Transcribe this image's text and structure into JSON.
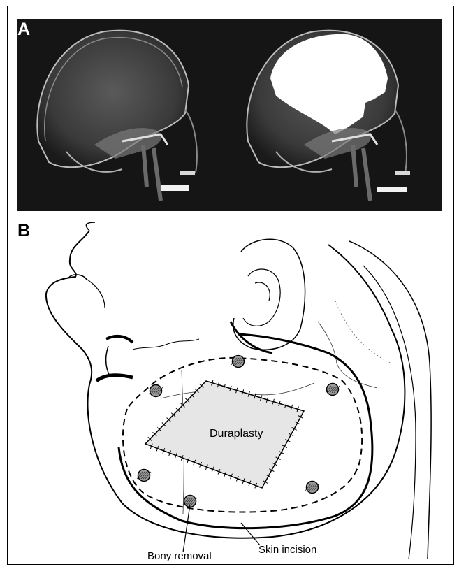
{
  "figure": {
    "panel_a_label": "A",
    "panel_b_label": "B"
  },
  "panel_a": {
    "images": [
      {
        "view": "lateral skull radiograph",
        "highlight": "none"
      },
      {
        "view": "lateral skull radiograph",
        "highlight": "craniectomy region shown in white"
      }
    ]
  },
  "panel_b": {
    "labels": {
      "duraplasty": "Duraplasty",
      "bony_removal": "Bony removal",
      "skin_incision": "Skin incision"
    },
    "burr_hole_count": 6
  },
  "colors": {
    "background": "#ffffff",
    "xray_background": "#151515",
    "highlight": "#ffffff",
    "duraplasty_fill": "#e6e6e6",
    "burr_hole_fill": "#9a9a9a"
  }
}
